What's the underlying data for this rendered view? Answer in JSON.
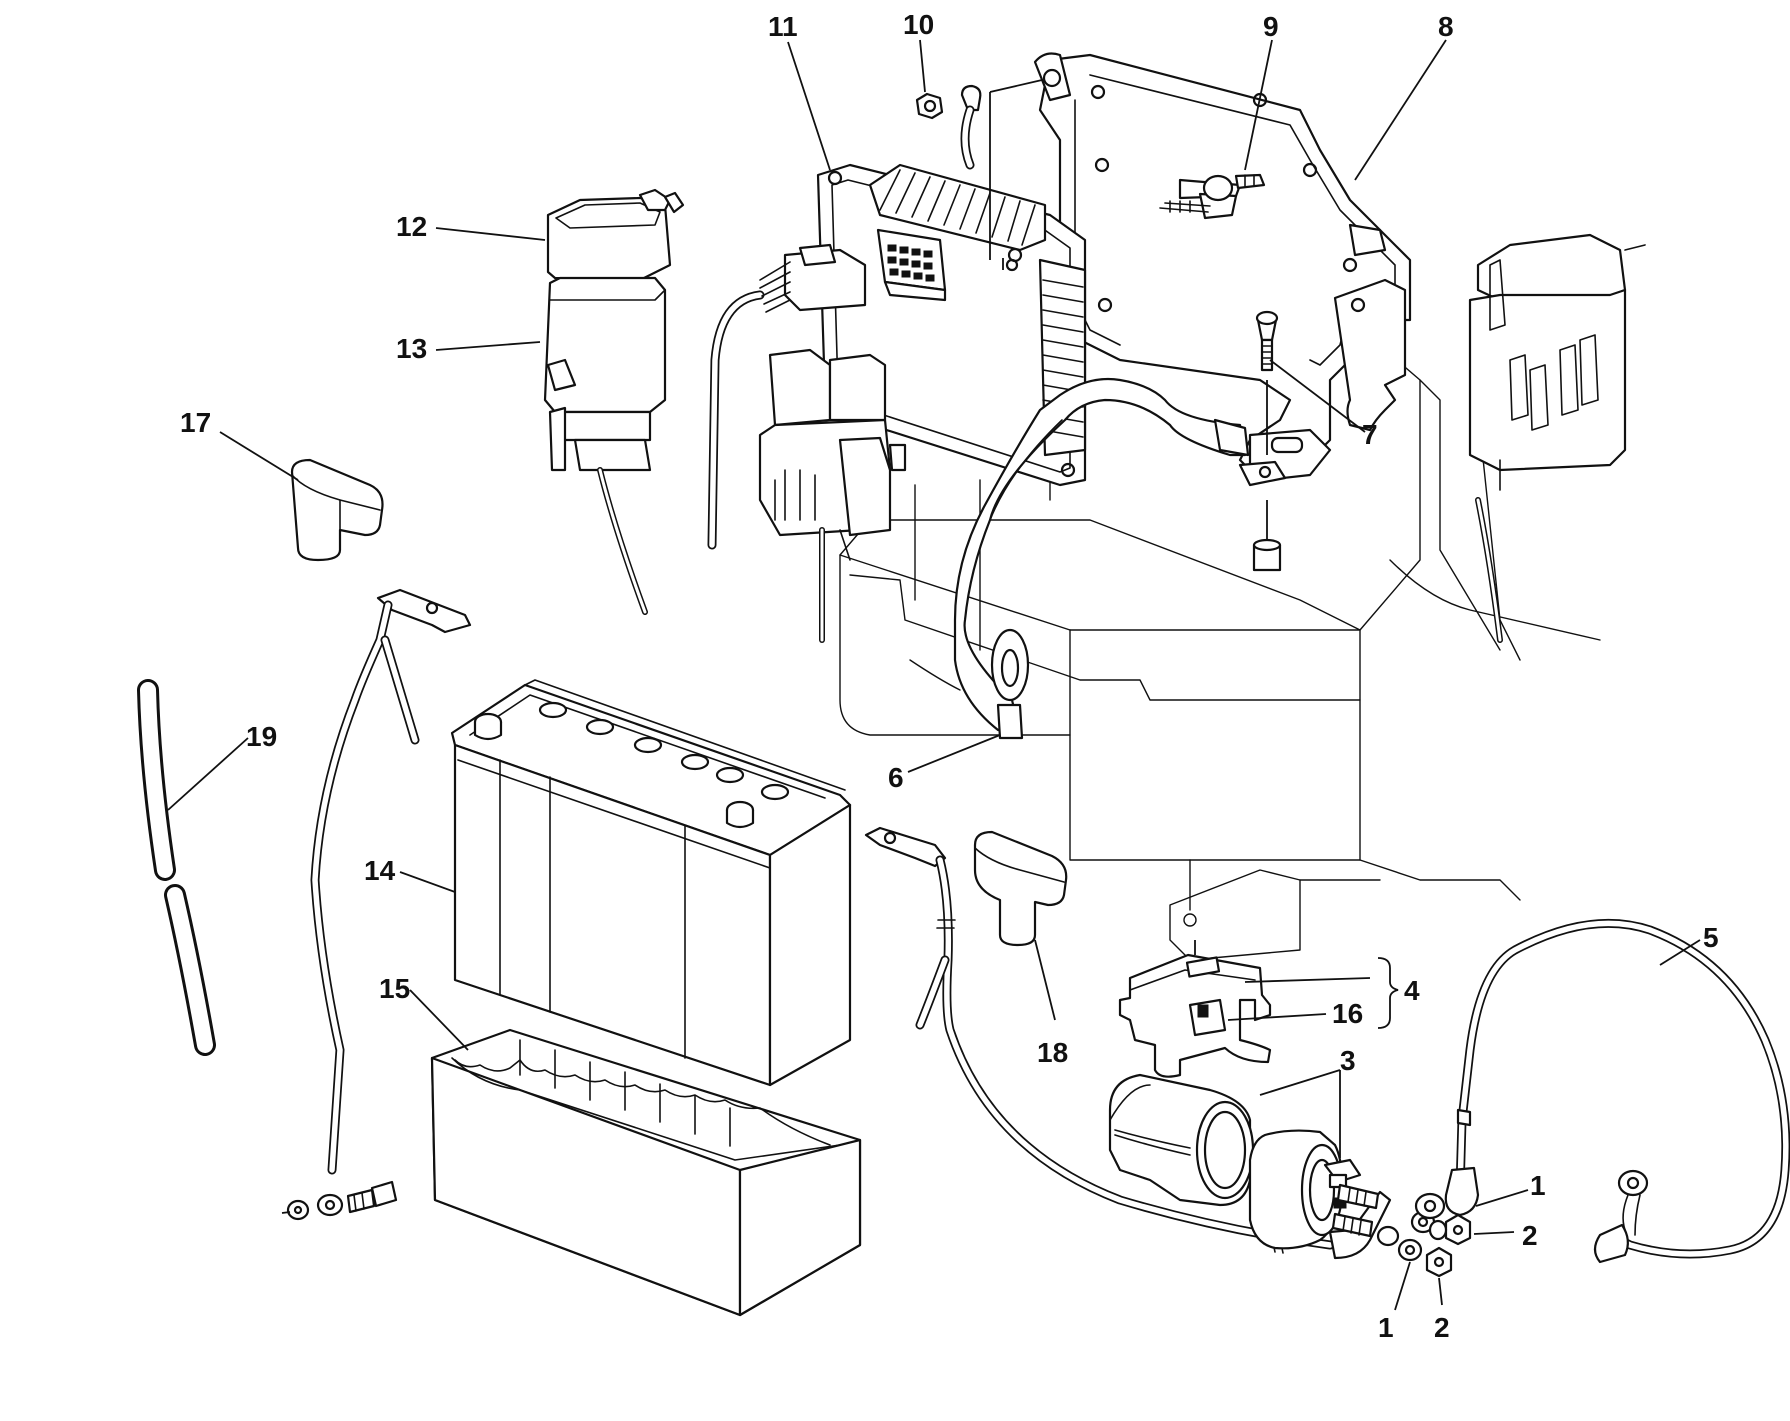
{
  "callouts": [
    "1",
    "2",
    "3",
    "4",
    "5",
    "6",
    "7",
    "8",
    "9",
    "10",
    "11",
    "12",
    "13",
    "14",
    "15",
    "16",
    "17",
    "18",
    "19",
    "1",
    "2"
  ]
}
